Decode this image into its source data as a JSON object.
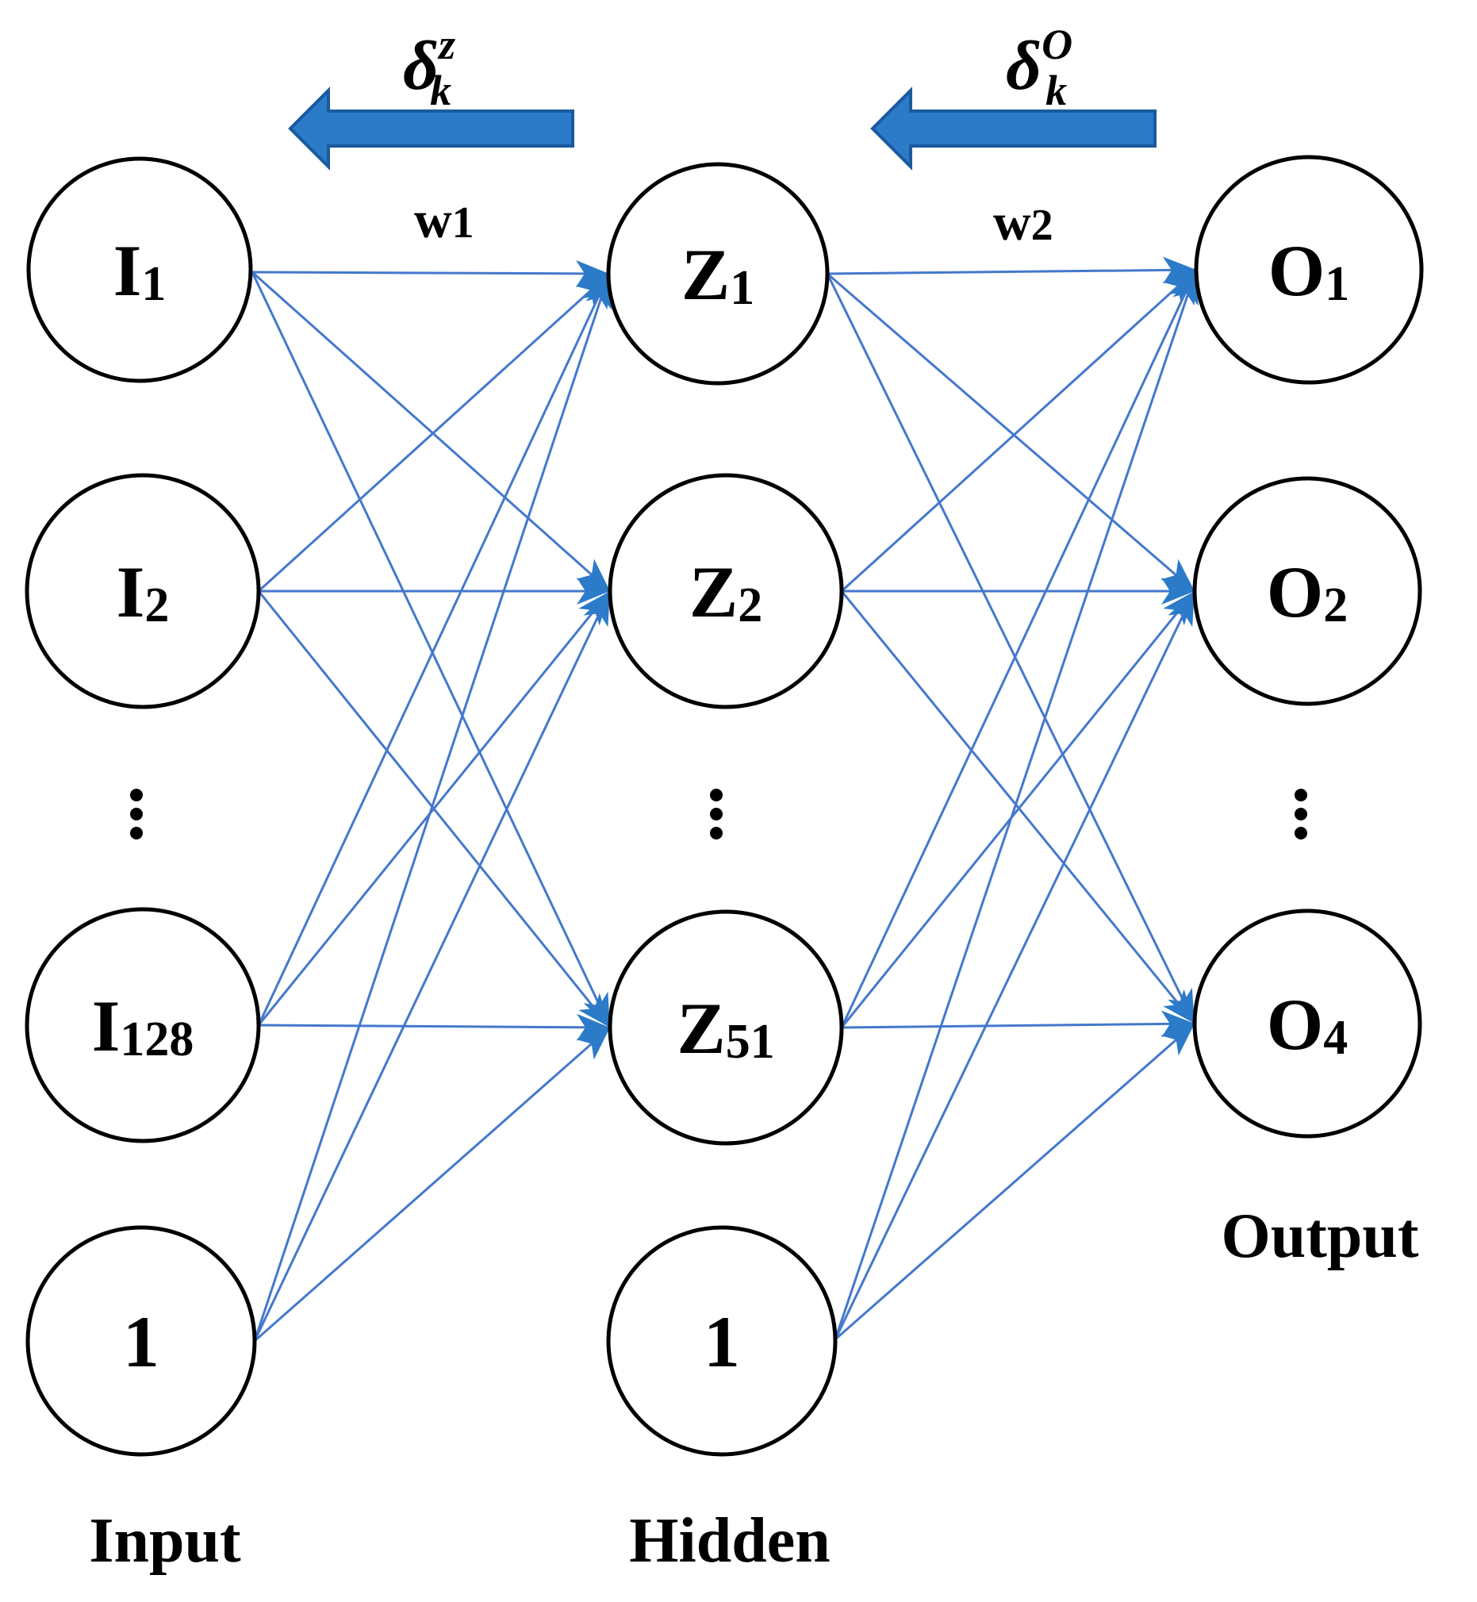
{
  "diagram_type": "feedforward-neural-network",
  "layers": {
    "input": {
      "label": "Input",
      "nodes": [
        {
          "main": "I",
          "sub": "1"
        },
        {
          "main": "I",
          "sub": "2"
        },
        {
          "main": "I",
          "sub": "128"
        },
        {
          "main": "1",
          "sub": ""
        }
      ],
      "ellipsis": "⋮"
    },
    "hidden": {
      "label": "Hidden",
      "nodes": [
        {
          "main": "Z",
          "sub": "1"
        },
        {
          "main": "Z",
          "sub": "2"
        },
        {
          "main": "Z",
          "sub": "51"
        },
        {
          "main": "1",
          "sub": ""
        }
      ],
      "ellipsis": "⋮"
    },
    "output": {
      "label": "Output",
      "nodes": [
        {
          "main": "O",
          "sub": "1"
        },
        {
          "main": "O",
          "sub": "2"
        },
        {
          "main": "O",
          "sub": "4"
        }
      ],
      "ellipsis": "⋮"
    }
  },
  "weights": {
    "w1": {
      "main": "w",
      "sub": "1"
    },
    "w2": {
      "main": "w",
      "sub": "2"
    }
  },
  "deltas": {
    "hidden": {
      "main": "δ",
      "sup": "z",
      "sub": "k"
    },
    "output": {
      "main": "δ",
      "sup": "O",
      "sub": "k"
    }
  },
  "colors": {
    "edge": "#4478CC",
    "arrow_fill": "#2B7BC9",
    "arrow_stroke": "#1A5A9E",
    "ink": "#000000"
  }
}
